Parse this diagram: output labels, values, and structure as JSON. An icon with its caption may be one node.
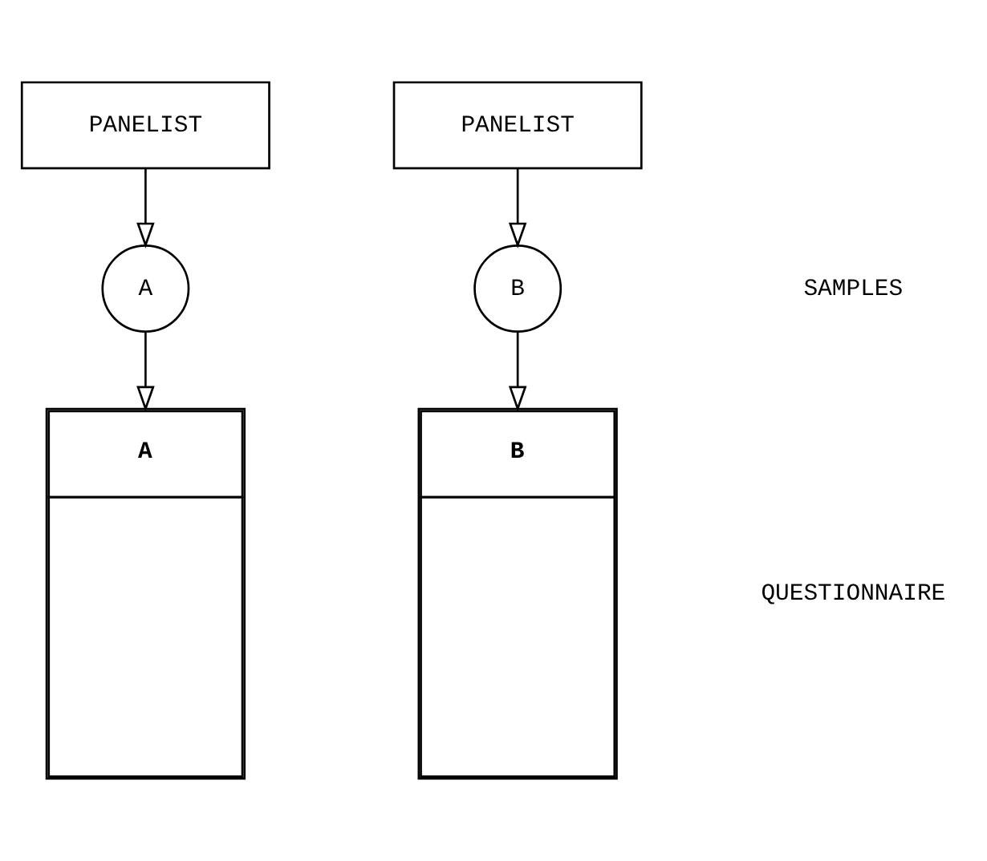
{
  "diagram": {
    "nodes": [
      {
        "text": [
          "PANELIST"
        ]
      },
      {
        "text": [
          "PANELIST"
        ]
      },
      {
        "text": [
          "A"
        ]
      },
      {
        "text": [
          "B"
        ]
      },
      {
        "text": [
          "A"
        ]
      },
      {
        "text": [
          "B"
        ]
      }
    ],
    "edges": [
      {
        "from": 0,
        "to": 2,
        "arrow": "to"
      },
      {
        "from": 2,
        "to": 4,
        "arrow": "to"
      },
      {
        "from": 1,
        "to": 3,
        "arrow": "to"
      },
      {
        "from": 3,
        "to": 5,
        "arrow": "to"
      }
    ],
    "labels": [
      "SAMPLES",
      "QUESTIONNAIRE"
    ]
  }
}
